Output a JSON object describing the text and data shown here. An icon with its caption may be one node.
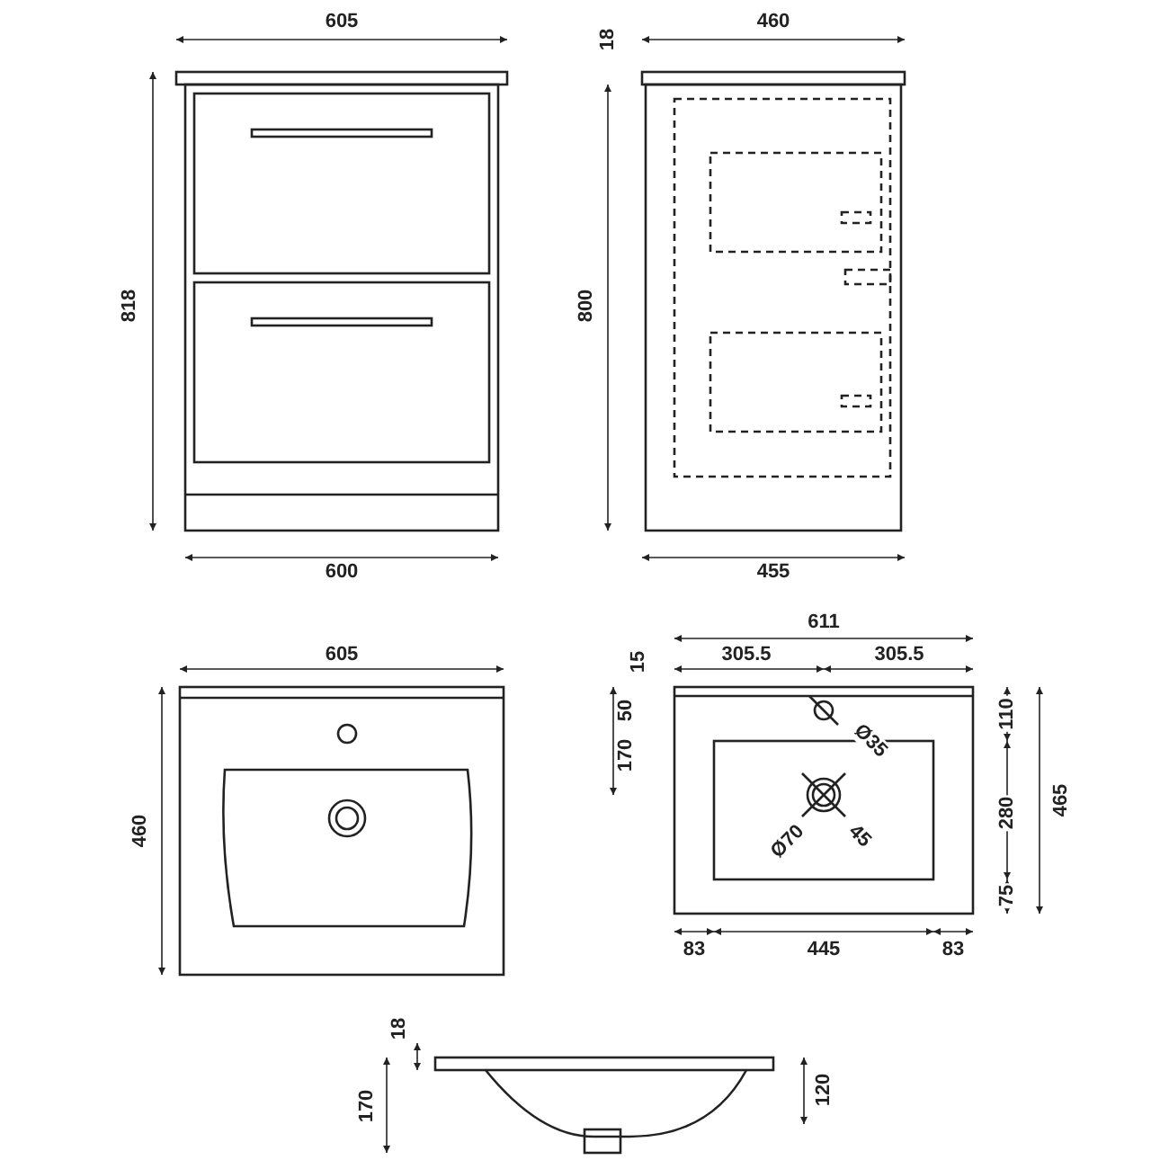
{
  "diagram": {
    "labels": [
      "605",
      "18",
      "460",
      "818",
      "800",
      "600",
      "455",
      "605",
      "611",
      "15",
      "305.5",
      "305.5",
      "50",
      "170",
      "460",
      "Ø35",
      "110",
      "280",
      "465",
      "Ø70",
      "45",
      "75",
      "83",
      "445",
      "83",
      "18",
      "170",
      "120"
    ]
  }
}
